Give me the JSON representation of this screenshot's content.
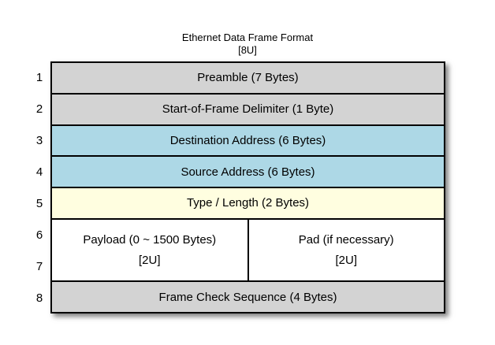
{
  "title": {
    "line1": "Ethernet Data Frame Format",
    "line2": "[8U]"
  },
  "row_numbers": [
    "1",
    "2",
    "3",
    "4",
    "5",
    "6",
    "7",
    "8"
  ],
  "frame": {
    "rows": [
      {
        "label": "Preamble (7 Bytes)",
        "color_name": "gray"
      },
      {
        "label": "Start-of-Frame Delimiter (1 Byte)",
        "color_name": "gray"
      },
      {
        "label": "Destination Address (6 Bytes)",
        "color_name": "blue"
      },
      {
        "label": "Source Address (6 Bytes)",
        "color_name": "blue"
      },
      {
        "label": "Type / Length (2 Bytes)",
        "color_name": "yellow"
      }
    ],
    "payload_cell": {
      "line1": "Payload (0 ~ 1500 Bytes)",
      "line2": "[2U]",
      "color_name": "white"
    },
    "pad_cell": {
      "line1": "Pad (if necessary)",
      "line2": "[2U]",
      "color_name": "white"
    },
    "fcs_row": {
      "label": "Frame Check Sequence (4 Bytes)",
      "color_name": "gray"
    }
  },
  "colors": {
    "gray": "#d3d3d3",
    "blue": "#add8e6",
    "yellow": "#fffee0",
    "white": "#ffffff",
    "line": "#000000"
  }
}
